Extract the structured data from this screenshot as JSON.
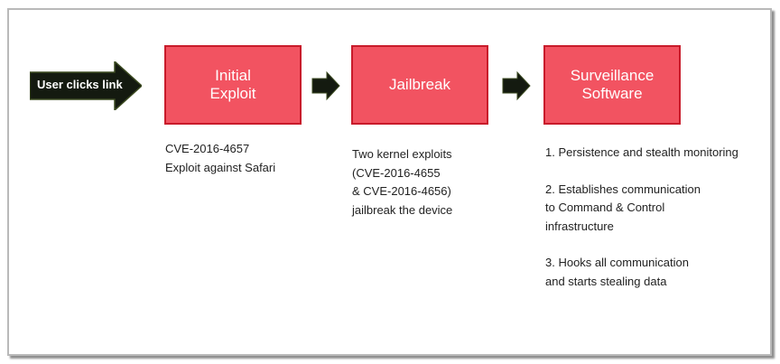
{
  "flow": {
    "start": {
      "label": "User clicks link",
      "icon": "right-arrow-icon",
      "color": "#141a10"
    },
    "stages": [
      {
        "title": "Initial\nExploit",
        "description": [
          "CVE-2016-4657",
          "Exploit against Safari"
        ]
      },
      {
        "title": "Jailbreak",
        "description": [
          "Two kernel exploits",
          "(CVE-2016-4655",
          "& CVE-2016-4656)",
          "jailbreak the device"
        ]
      },
      {
        "title": "Surveillance\nSoftware",
        "description": [
          "1. Persistence and stealth monitoring",
          "2. Establishes communication",
          "to Command & Control",
          "infrastructure",
          "3. Hooks all communication",
          "and starts stealing data"
        ]
      }
    ],
    "colors": {
      "box_fill": "#f25361",
      "box_border": "#c81b2b",
      "box_text": "#ffffff",
      "connector": "#141a10"
    }
  }
}
